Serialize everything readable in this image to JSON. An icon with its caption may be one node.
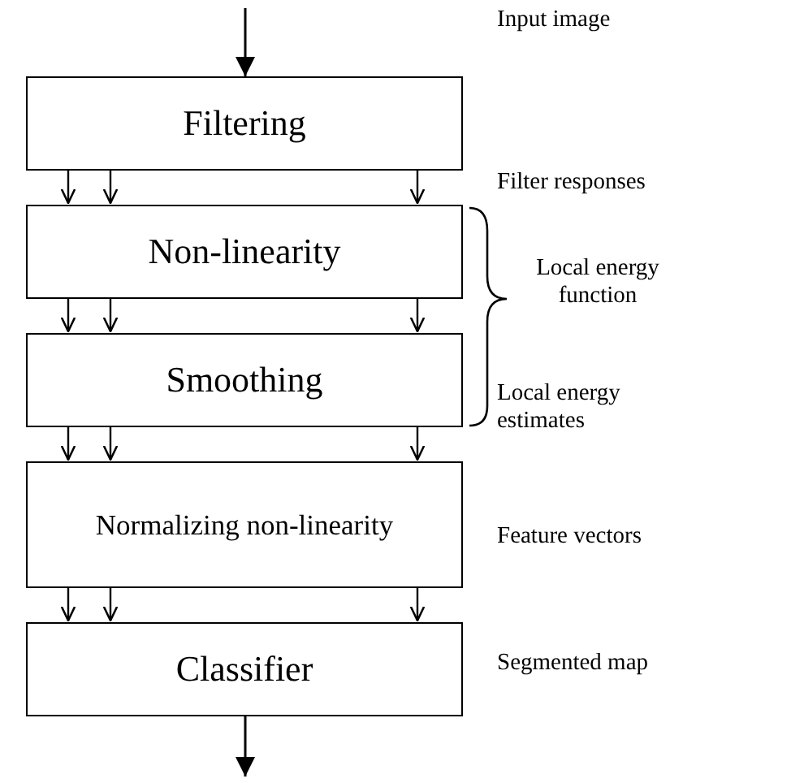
{
  "diagram": {
    "nodes": [
      {
        "text": [
          "Filtering"
        ]
      },
      {
        "text": [
          "Non-linearity"
        ]
      },
      {
        "text": [
          "Smoothing"
        ]
      },
      {
        "text": [
          "Normalizing non-linearity"
        ]
      },
      {
        "text": [
          "Classifier"
        ]
      }
    ],
    "edges": [
      {
        "from": null,
        "to": 0,
        "arrow": "to"
      },
      {
        "from": 0,
        "to": 1,
        "arrow": "to"
      },
      {
        "from": 0,
        "to": 1,
        "arrow": "to"
      },
      {
        "from": 0,
        "to": 1,
        "arrow": "to"
      },
      {
        "from": 1,
        "to": 2,
        "arrow": "to"
      },
      {
        "from": 1,
        "to": 2,
        "arrow": "to"
      },
      {
        "from": 1,
        "to": 2,
        "arrow": "to"
      },
      {
        "from": 2,
        "to": 3,
        "arrow": "to"
      },
      {
        "from": 2,
        "to": 3,
        "arrow": "to"
      },
      {
        "from": 2,
        "to": 3,
        "arrow": "to"
      },
      {
        "from": 3,
        "to": 4,
        "arrow": "to"
      },
      {
        "from": 3,
        "to": 4,
        "arrow": "to"
      },
      {
        "from": 3,
        "to": 4,
        "arrow": "to"
      },
      {
        "from": 4,
        "to": null,
        "arrow": "to"
      }
    ],
    "labels": [
      "Input image",
      "Filter responses",
      "Local energy function",
      "Local energy estimates",
      "Feature vectors",
      "Segmented map"
    ]
  }
}
